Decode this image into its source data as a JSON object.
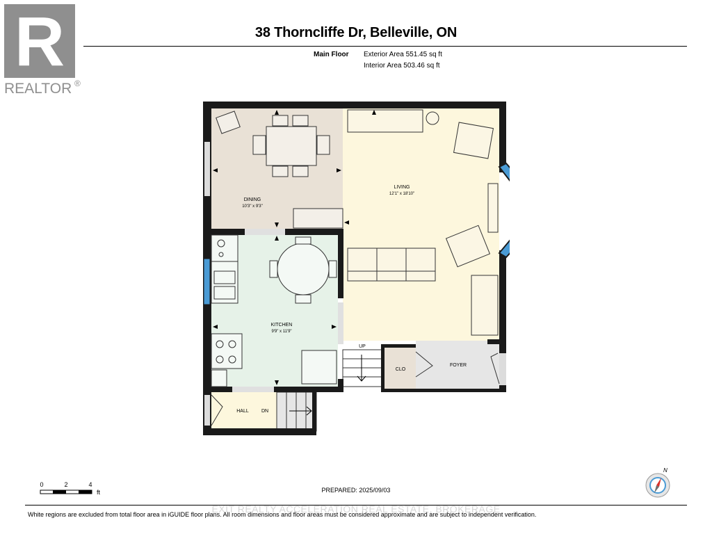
{
  "logo": {
    "brand_text": "REALTOR",
    "mark": "®",
    "letter": "R"
  },
  "header": {
    "title": "38 Thorncliffe Dr, Belleville, ON"
  },
  "floor": {
    "name": "Main Floor",
    "exterior_area": "Exterior Area 551.45 sq ft",
    "interior_area": "Interior Area 503.46 sq ft"
  },
  "rooms": {
    "dining": {
      "name": "DINING",
      "dims": "10'3\" x 9'3\""
    },
    "living": {
      "name": "LIVING",
      "dims": "12'1\" x 18'10\""
    },
    "kitchen": {
      "name": "KITCHEN",
      "dims": "9'9\" x 11'9\""
    },
    "hall": {
      "name": "HALL"
    },
    "clo": {
      "name": "CLO"
    },
    "foyer": {
      "name": "FOYER"
    }
  },
  "stairs": {
    "up_label": "UP",
    "down_label": "DN"
  },
  "scale": {
    "ticks": [
      "0",
      "2",
      "4"
    ],
    "unit": "ft"
  },
  "prepared": "PREPARED: 2025/09/03",
  "compass": {
    "north": "N"
  },
  "watermark": "EXIT REALTY ACCELERATION REAL ESTATE, BROKERAGE",
  "disclaimer": "White regions are excluded from total floor area in iGUIDE floor plans. All room dimensions and floor areas must be considered approximate and are subject to independent verification.",
  "colors": {
    "dining_fill": "#e9e1d6",
    "living_fill": "#fdf7dd",
    "kitchen_fill": "#e6f2e8",
    "hall_fill": "#fdf7dd",
    "clo_fill": "#e9e1d6",
    "foyer_fill": "#e6e6e6",
    "window_blue": "#4a9bd5",
    "wall": "#1a1a1a"
  }
}
